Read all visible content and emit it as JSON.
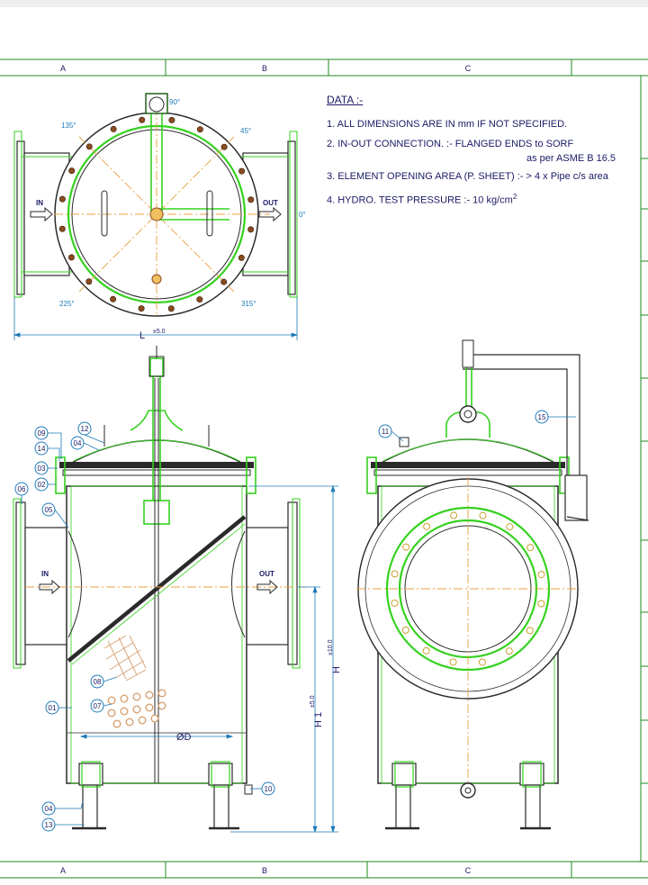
{
  "columns": [
    "A",
    "B",
    "C"
  ],
  "notes": {
    "title": "DATA :-",
    "line1": "1. ALL DIMENSIONS ARE IN mm IF NOT SPECIFIED.",
    "line2": "2. IN-OUT CONNECTION. :- FLANGED ENDS to SORF",
    "line2b": "as per ASME B 16.5",
    "line3": "3. ELEMENT OPENING AREA (P. SHEET) :- > 4 x Pipe c/s area",
    "line4_prefix": "4. HYDRO. TEST PRESSURE :- 10 kg/cm",
    "line4_sup": "2"
  },
  "top_view": {
    "angles": [
      "90°",
      "135°",
      "45°",
      "0°",
      "225°",
      "315°"
    ],
    "in_label": "IN",
    "out_label": "OUT",
    "length_label": "L",
    "length_tol": "±5.0"
  },
  "front_view": {
    "in_label": "IN",
    "out_label": "OUT",
    "dia_label": "ØD",
    "h_label": "H",
    "h_tol": "±10.0",
    "h1_label": "H 1",
    "h1_tol": "±5.0",
    "balloons": [
      "09",
      "14",
      "03",
      "02",
      "06",
      "05",
      "12",
      "04",
      "08",
      "01",
      "07",
      "10",
      "04",
      "13"
    ]
  },
  "side_view": {
    "balloons": [
      "11",
      "15"
    ]
  },
  "colors": {
    "border": "#1f8a1f",
    "geometry": "#2a2a2a",
    "highlight": "#35d11f",
    "centerline": "#e8a040",
    "dimension": "#1e7ab8",
    "bolt": "#8b4a20",
    "text": "#1a1a66"
  }
}
